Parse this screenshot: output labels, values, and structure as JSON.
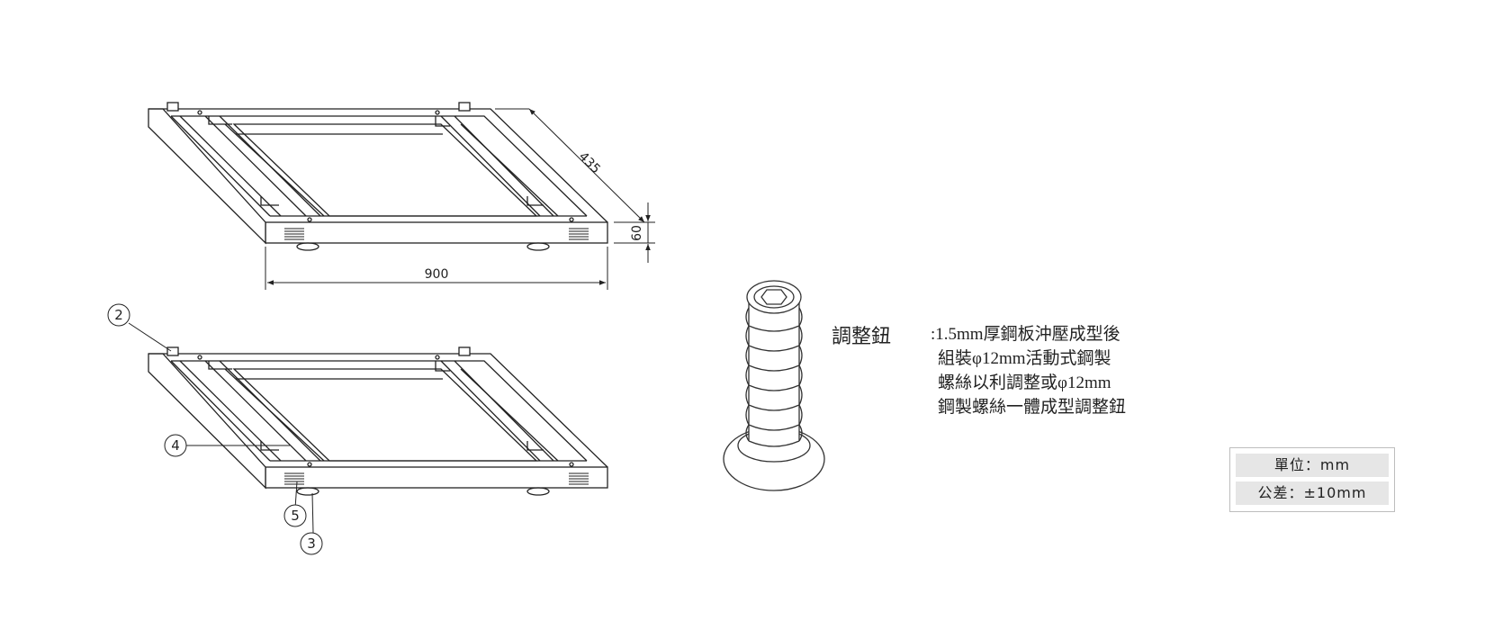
{
  "dimensions": {
    "width": "900",
    "depth": "435",
    "height": "60"
  },
  "callouts": [
    "2",
    "4",
    "5",
    "3"
  ],
  "part_name": "調整鈕",
  "spec_lines": [
    ":1.5mm厚鋼板沖壓成型後",
    "組裝φ12mm活動式鋼製",
    "螺絲以利調整或φ12mm",
    "鋼製螺絲一體成型調整鈕"
  ],
  "unit_box": {
    "unit": "單位：mm",
    "tolerance": "公差：±10mm"
  }
}
